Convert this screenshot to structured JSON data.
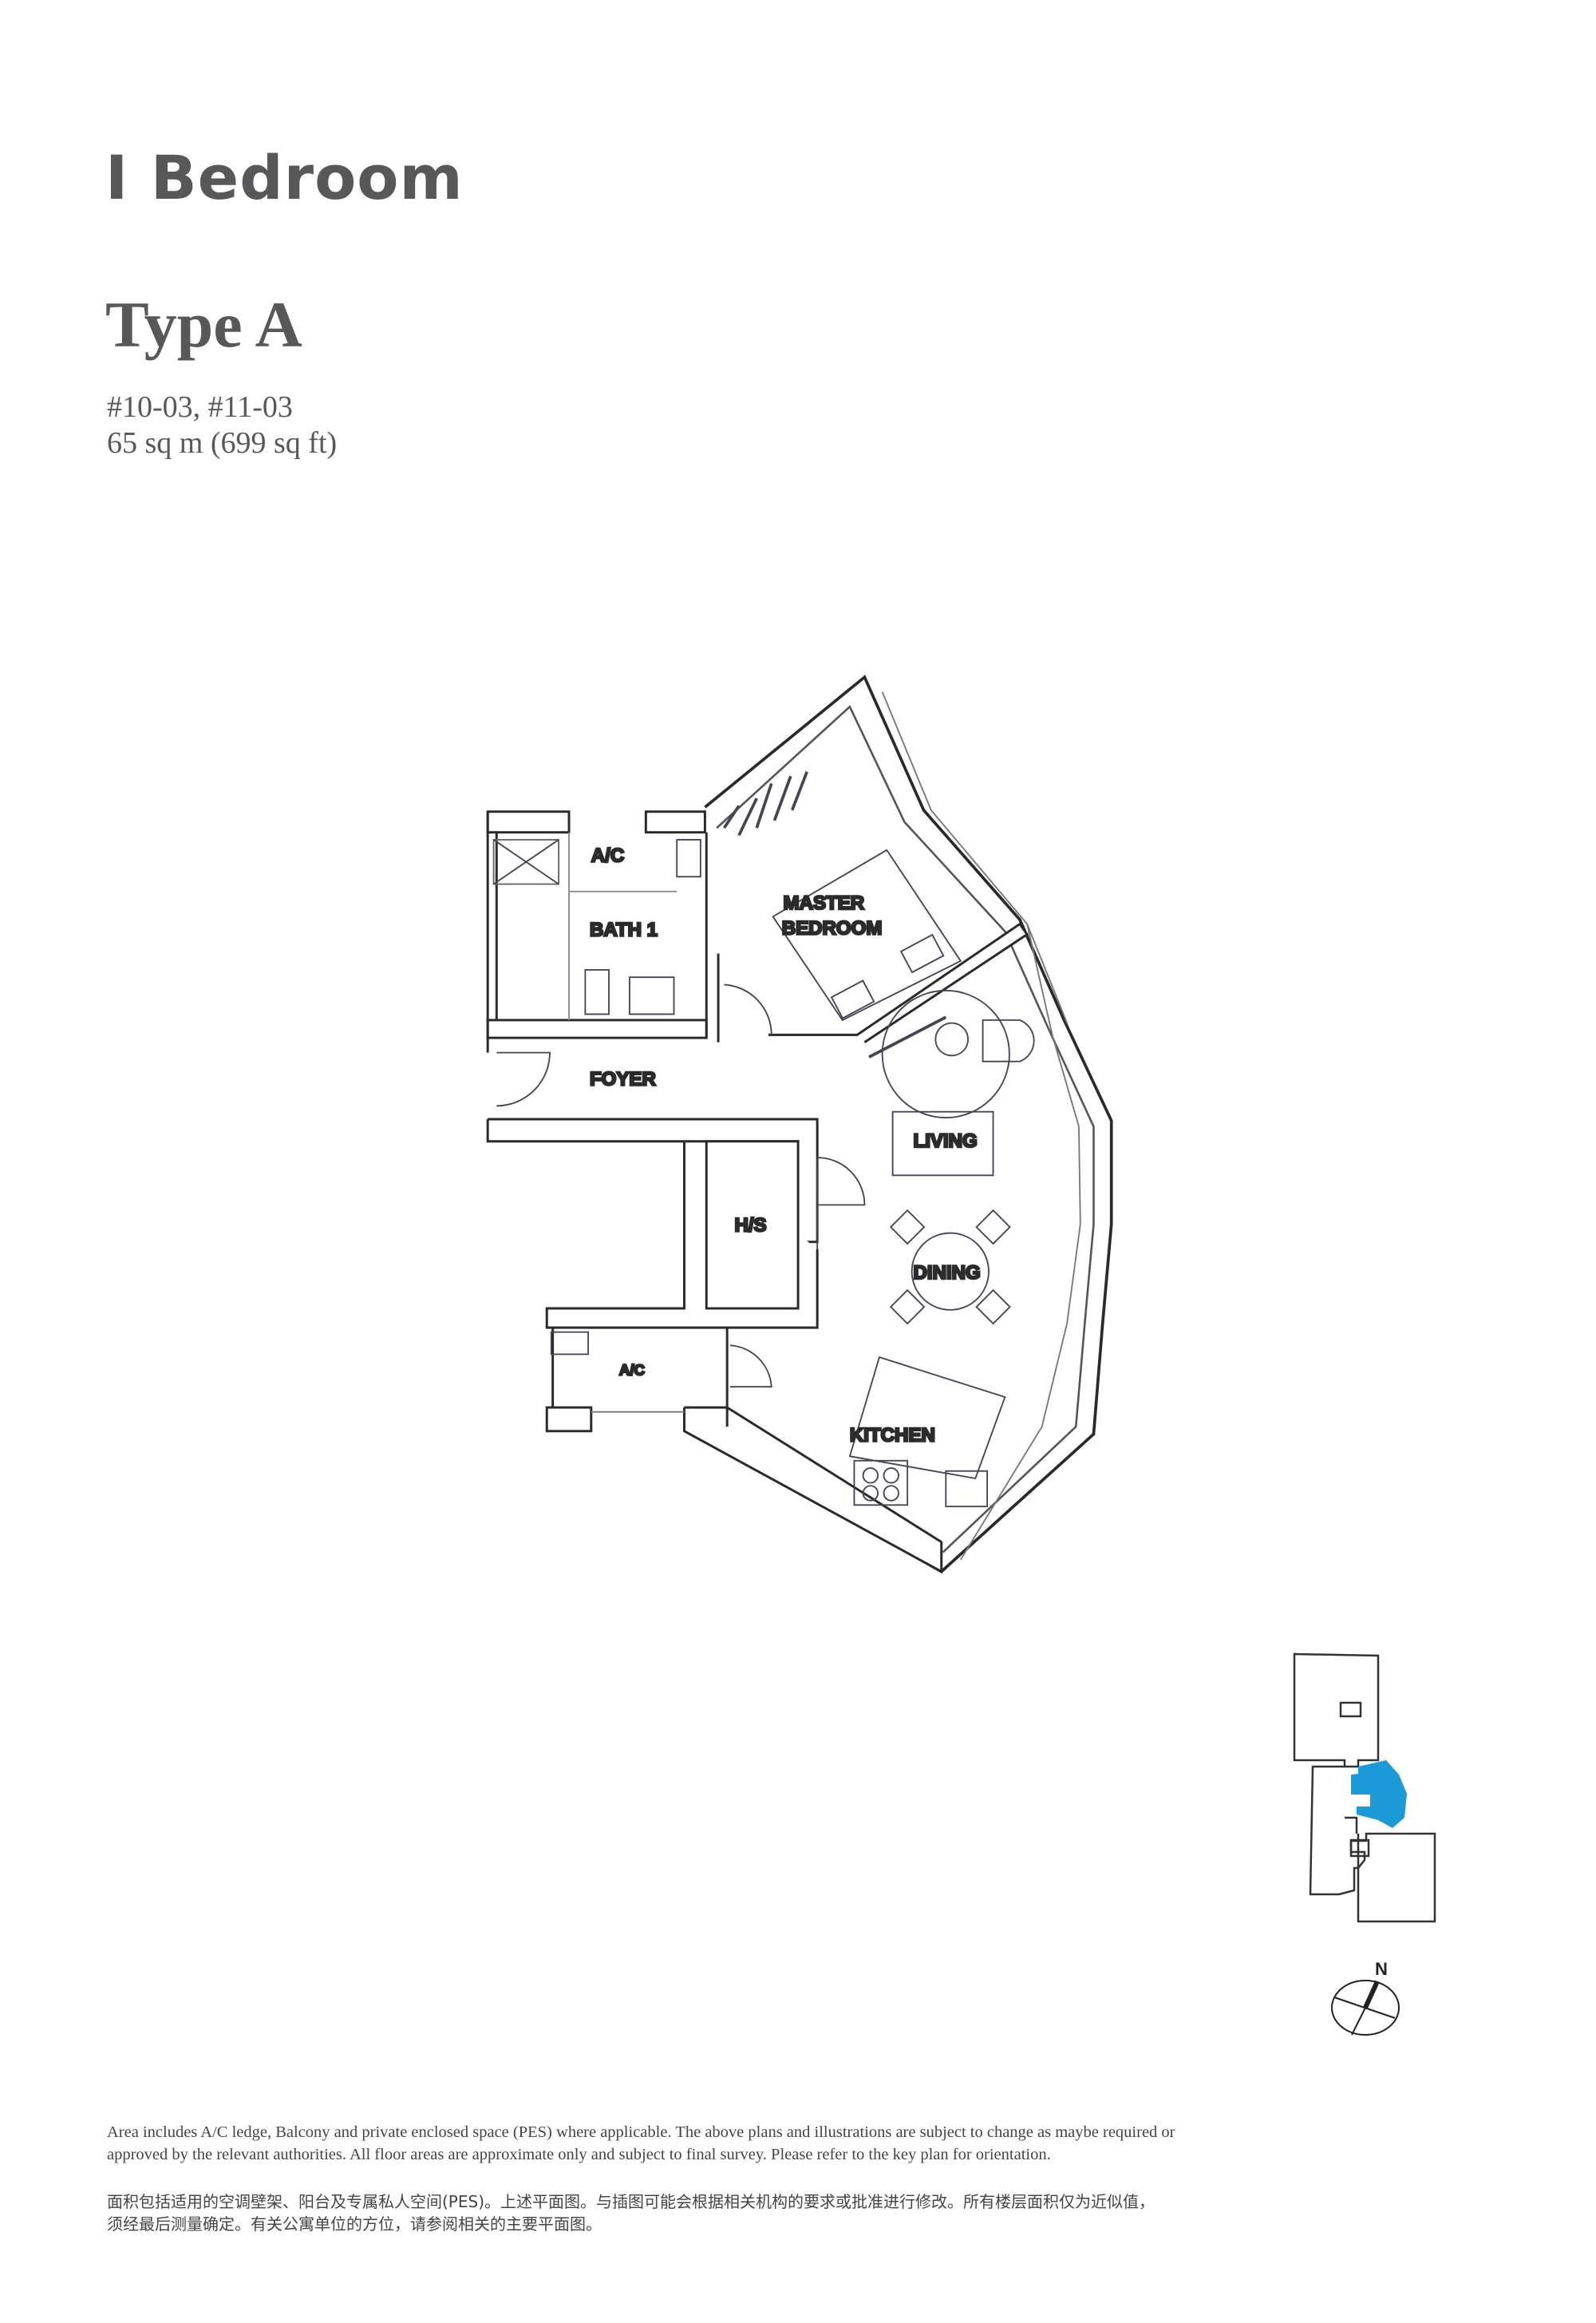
{
  "header": {
    "title": "I Bedroom",
    "unit_type": "Type A",
    "unit_numbers": "#10-03, #11-03",
    "area": "65 sq m (699 sq ft)"
  },
  "floor_plan": {
    "rooms": {
      "ac_top": "A/C",
      "bath": "BATH 1",
      "master_bedroom_line1": "MASTER",
      "master_bedroom_line2": "BEDROOM",
      "foyer": "FOYER",
      "living": "LIVING",
      "hs": "H/S",
      "dining": "DINING",
      "ac_bottom": "A/C",
      "kitchen": "KITCHEN"
    }
  },
  "key_plan": {
    "highlight_color": "#1a9ad6",
    "compass_label": "N"
  },
  "footer": {
    "disclaimer_en_line1": "Area includes A/C ledge, Balcony and private enclosed space (PES) where applicable. The above plans and illustrations are subject to change as maybe required or",
    "disclaimer_en_line2": "approved by the relevant authorities. All floor areas are approximate only and subject to final survey. Please refer to the key plan for orientation.",
    "disclaimer_cn_line1": "面积包括适用的空调壁架、阳台及专属私人空间(PES)。上述平面图。与插图可能会根据相关机构的要求或批准进行修改。所有楼层面积仅为近似值，",
    "disclaimer_cn_line2": "须经最后测量确定。有关公寓单位的方位，请参阅相关的主要平面图。"
  }
}
